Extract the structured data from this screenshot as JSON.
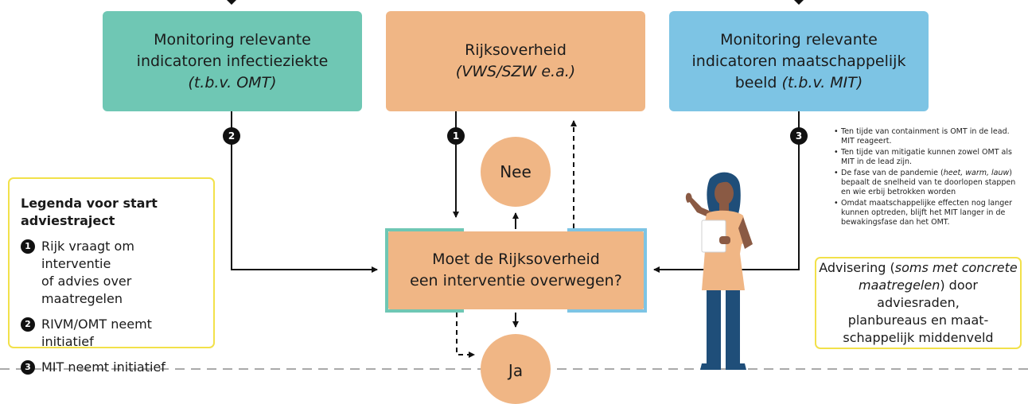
{
  "boxes": {
    "infection": {
      "line1": "Monitoring relevante",
      "line2": "indicatoren infectieziekte",
      "line3": "(t.b.v. OMT)"
    },
    "government": {
      "line1": "Rijksoverheid",
      "line2": "(VWS/SZW e.a.)"
    },
    "social": {
      "line1": "Monitoring relevante",
      "line2": "indicatoren maatschappelijk",
      "line3_plain": "beeld ",
      "line3_italic": "(t.b.v. MIT)"
    },
    "decision": {
      "line1": "Moet de Rijksoverheid",
      "line2": "een interventie overwegen?"
    }
  },
  "circles": {
    "no": "Nee",
    "yes": "Ja"
  },
  "badges": {
    "b1": "1",
    "b2": "2",
    "b3": "3"
  },
  "legend": {
    "title_line1": "Legenda voor start",
    "title_line2": "adviestraject",
    "items": [
      {
        "num": "1",
        "line1": "Rijk vraagt om interventie",
        "line2": "of advies over maatregelen"
      },
      {
        "num": "2",
        "line1": "RIVM/OMT neemt",
        "line2": "initiatief"
      },
      {
        "num": "3",
        "line1": "MIT neemt initiatief",
        "line2": ""
      }
    ]
  },
  "notes": [
    {
      "a": "Ten tijde van containment is OMT in de lead. MIT reageert.",
      "i": "",
      "b": ""
    },
    {
      "a": "Ten tijde van mitigatie kunnen zowel OMT als MIT in de lead zijn.",
      "i": "",
      "b": ""
    },
    {
      "a": "De fase van de pandemie (",
      "i": "heet, warm, lauw",
      "b": ") bepaalt de snelheid van te doorlopen stappen en wie erbij betrokken worden"
    },
    {
      "a": "Omdat maatschappelijke effecten nog langer kunnen optreden, blijft het MIT langer in de bewakingsfase dan het OMT.",
      "i": "",
      "b": ""
    }
  ],
  "advisory": {
    "p1": "Advisering (",
    "i1": "soms met concrete",
    "i2": "maatregelen",
    "p2": ") door adviesraden,",
    "line3": "planbureaus en maat-",
    "line4": "schappelijk middenveld"
  },
  "colors": {
    "green": "#6fc7b4",
    "orange": "#f0b685",
    "blue": "#7dc4e4",
    "yellow": "#f2e14a",
    "dark": "#111111",
    "figure_skin": "#8a5a44",
    "figure_hair": "#1f4e79"
  },
  "icons": {
    "person": "woman-presenting-illustration"
  }
}
